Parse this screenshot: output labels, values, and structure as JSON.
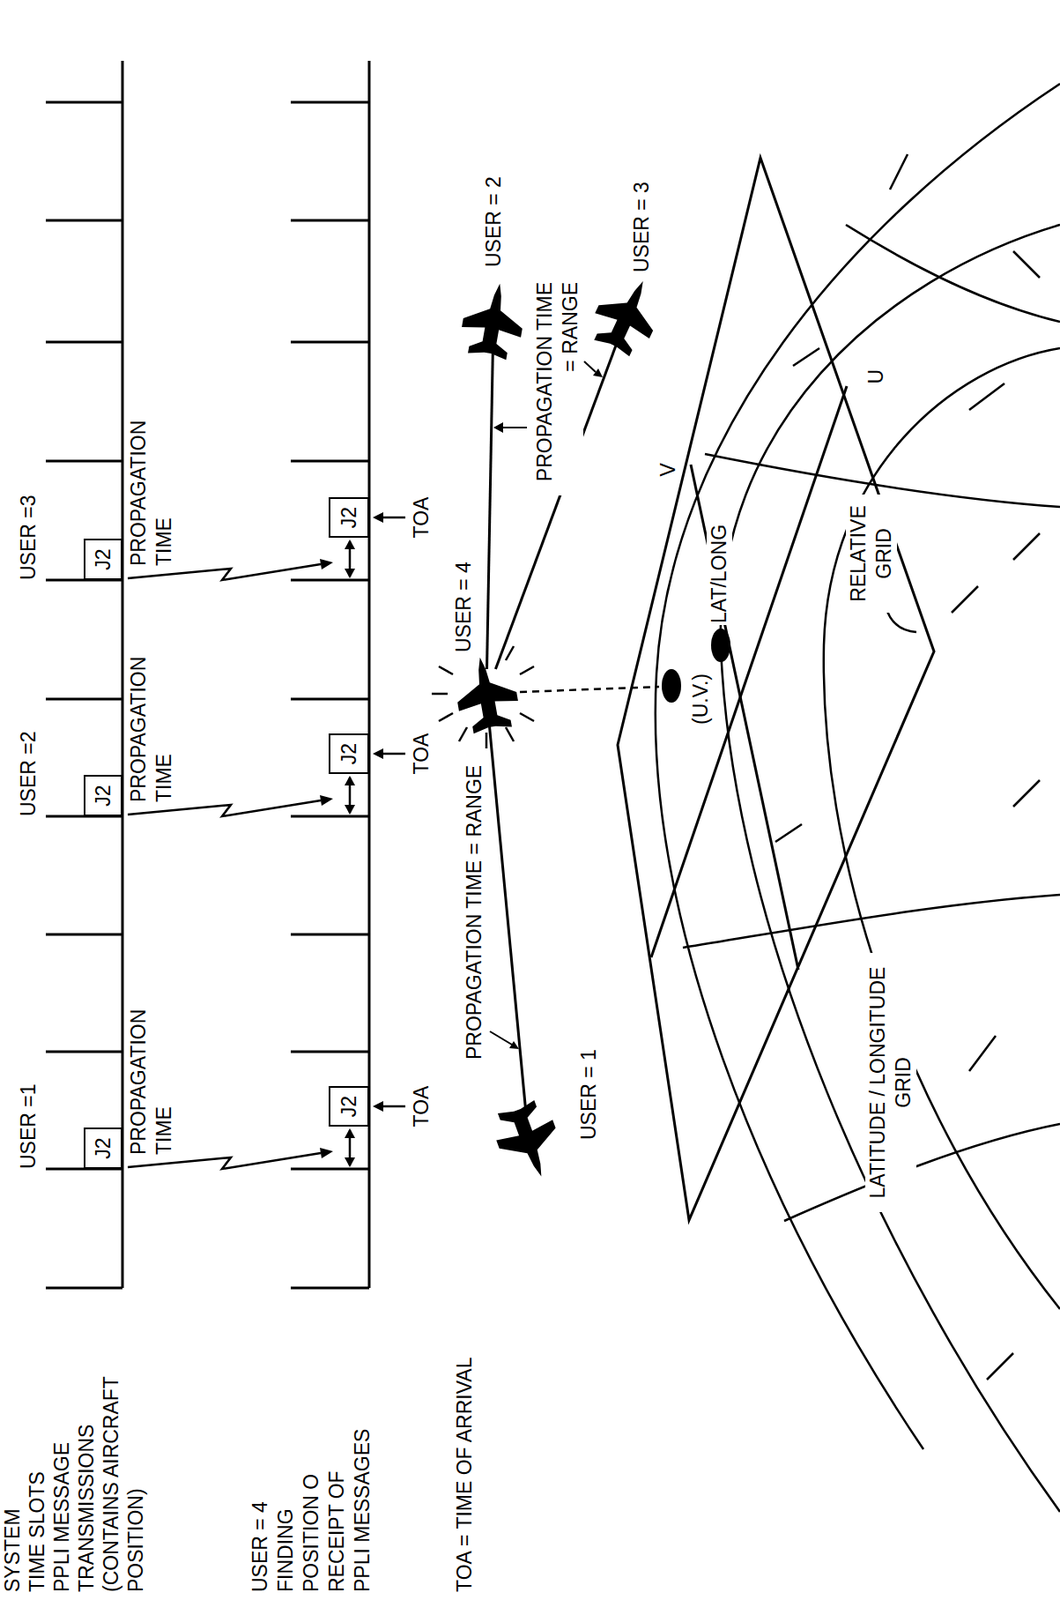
{
  "diagram": {
    "nodes": [
      {
        "text": [
          "J2"
        ]
      },
      {
        "text": [
          "J2"
        ]
      },
      {
        "text": [
          "J2"
        ]
      },
      {
        "text": [
          "J2"
        ]
      },
      {
        "text": [
          "J2"
        ]
      },
      {
        "text": [
          "J2"
        ]
      },
      {
        "text": [
          "USER = 1"
        ]
      },
      {
        "text": [
          "USER = 4"
        ]
      },
      {
        "text": [
          "USER = 2"
        ]
      },
      {
        "text": [
          "USER = 3"
        ]
      }
    ],
    "edges": [
      {
        "from": 7,
        "to": 6,
        "label": "PROPAGATION TIME = RANGE",
        "arrow": "none"
      },
      {
        "from": 7,
        "to": 8,
        "arrow": "none"
      },
      {
        "from": 7,
        "to": 9,
        "label": "PROPAGATION TIME = RANGE",
        "arrow": "none"
      }
    ],
    "labels": [
      "SYSTEM",
      "TIME SLOTS",
      "PPLI MESSAGE",
      "TRANSMISSIONS",
      "(CONTAINS AIRCRAFT",
      "POSITION)",
      "USER =1",
      "USER =2",
      "USER =3",
      "PROPAGATION TIME",
      "PROPAGATION TIME",
      "PROPAGATION TIME",
      "USER = 4",
      "FINDING",
      "POSITION O",
      "RECEIPT OF",
      "PPLI MESSAGES",
      "TOA",
      "TOA",
      "TOA",
      "TOA = TIME OF ARRIVAL",
      "V",
      "U",
      "(U.V.)",
      "LAT/LONG",
      "RELATIVE GRID",
      "LATITUDE / LONGITUDE GRID"
    ]
  }
}
